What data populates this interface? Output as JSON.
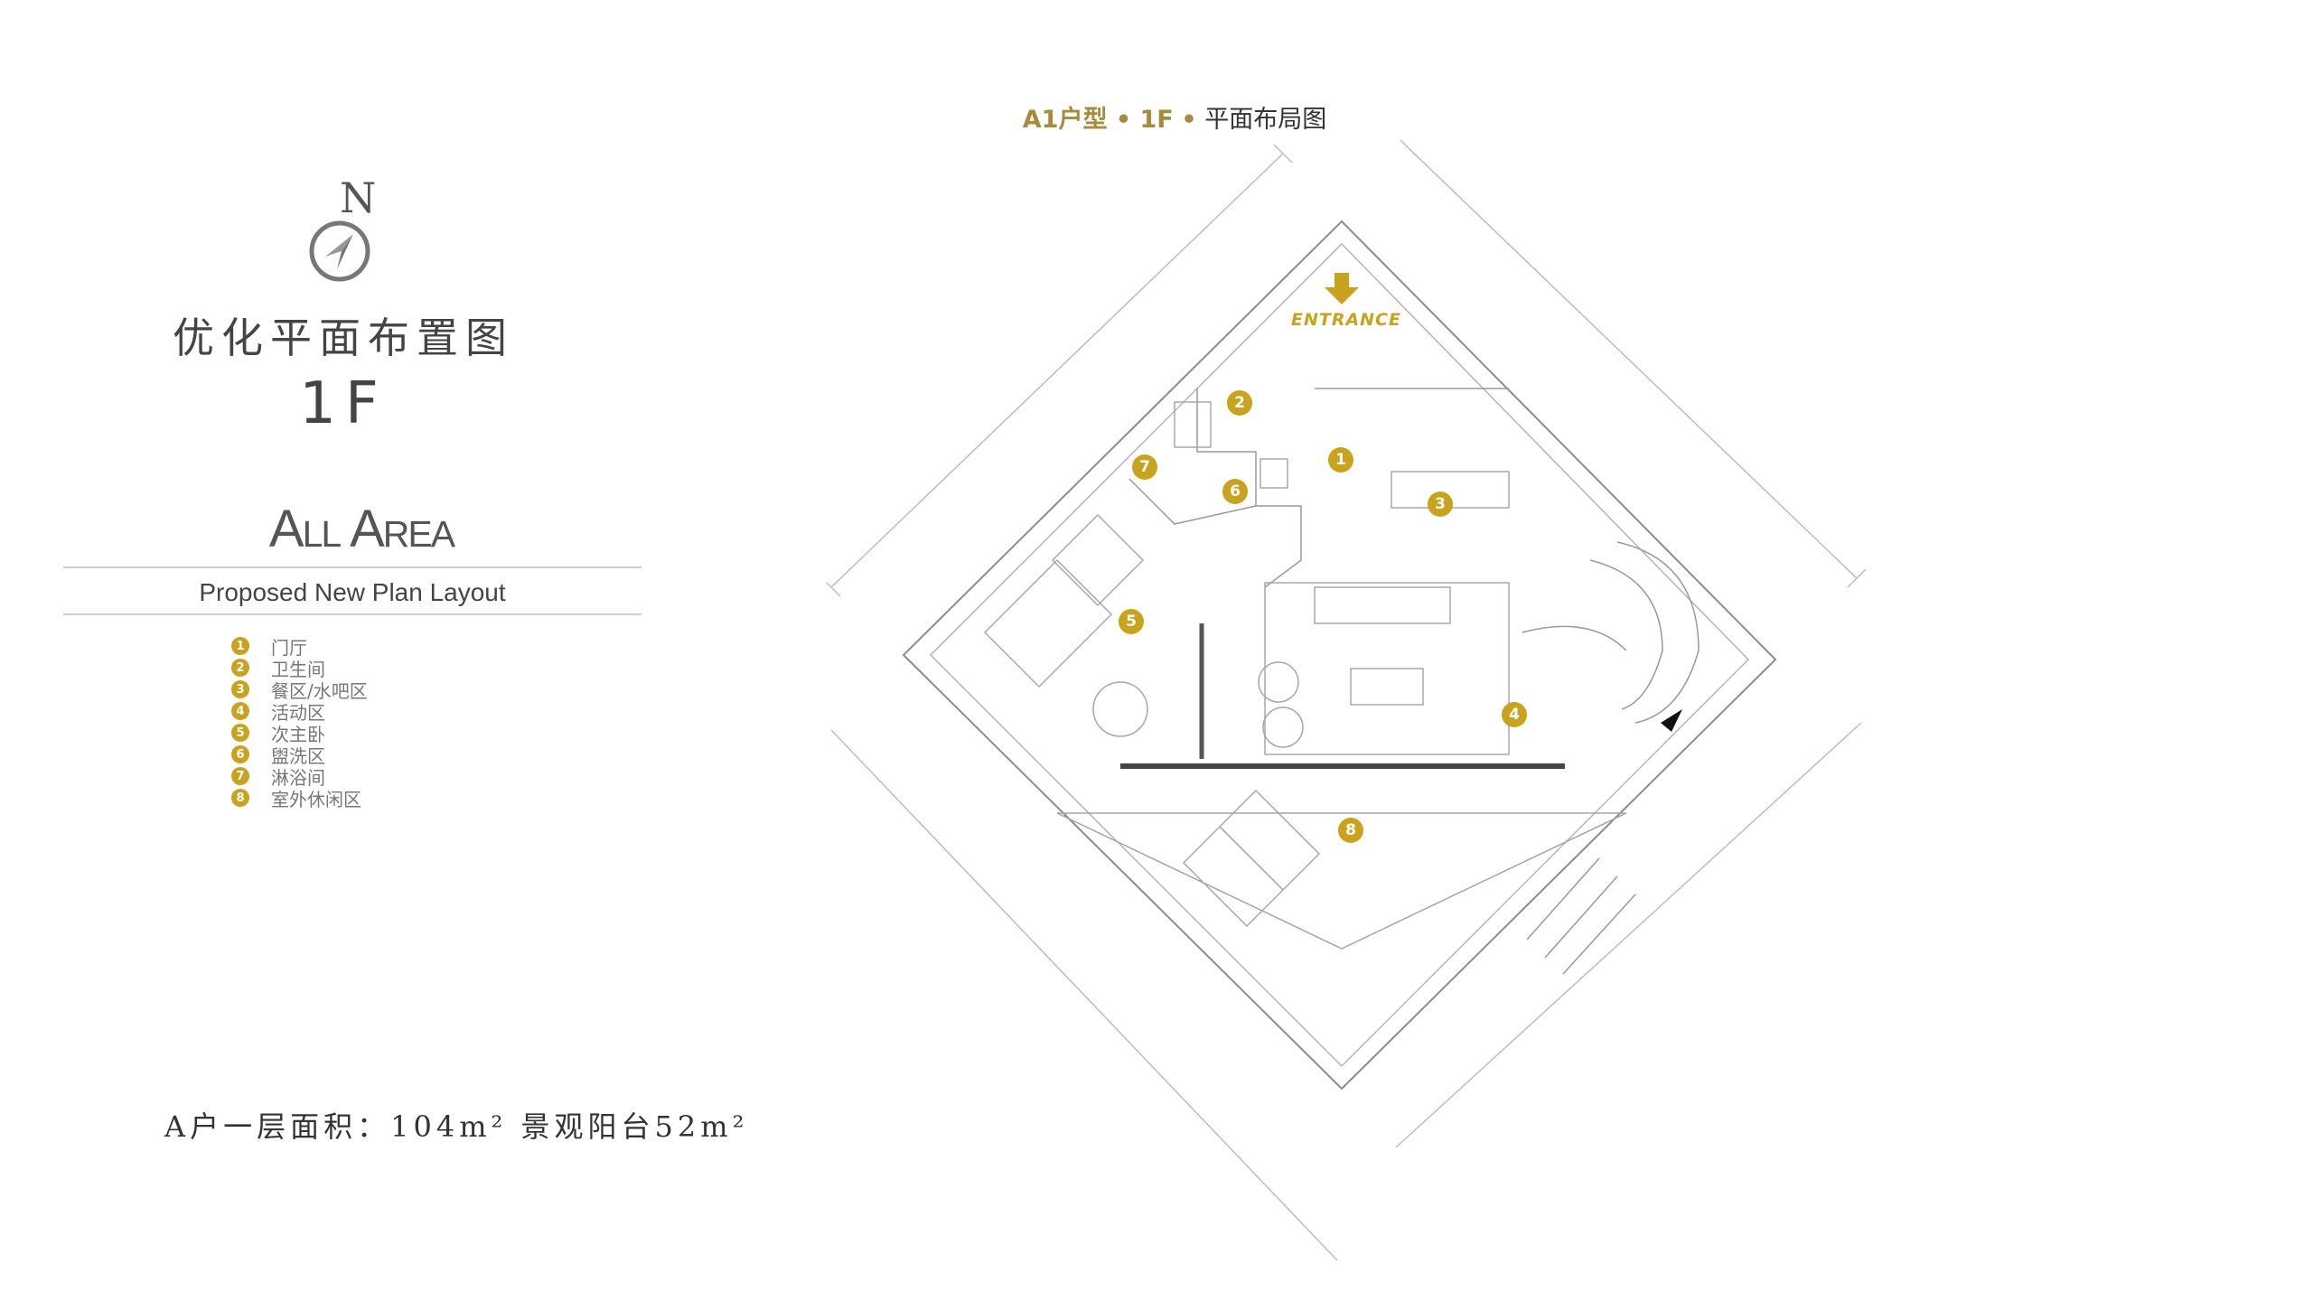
{
  "left_panel": {
    "north": "N",
    "title_cn": "优化平面布置图",
    "floor": "1F",
    "all_area": "All Area",
    "subtitle": "Proposed New Plan Layout",
    "legend": [
      {
        "num": "1",
        "label": "门厅"
      },
      {
        "num": "2",
        "label": "卫生间"
      },
      {
        "num": "3",
        "label": "餐区/水吧区"
      },
      {
        "num": "4",
        "label": "活动区"
      },
      {
        "num": "5",
        "label": "次主卧"
      },
      {
        "num": "6",
        "label": "盥洗区"
      },
      {
        "num": "7",
        "label": "淋浴间"
      },
      {
        "num": "8",
        "label": "室外休闲区"
      }
    ],
    "area_caption": "A户一层面积：104m² 景观阳台52m²"
  },
  "plan": {
    "title_part1": "A1户型 • 1F",
    "title_sep": "•",
    "title_part2": "平面布局图",
    "entrance": "ENTRANCE",
    "markers": [
      "1",
      "2",
      "3",
      "4",
      "5",
      "6",
      "7",
      "8"
    ],
    "accent_color": "#c9a21e"
  }
}
